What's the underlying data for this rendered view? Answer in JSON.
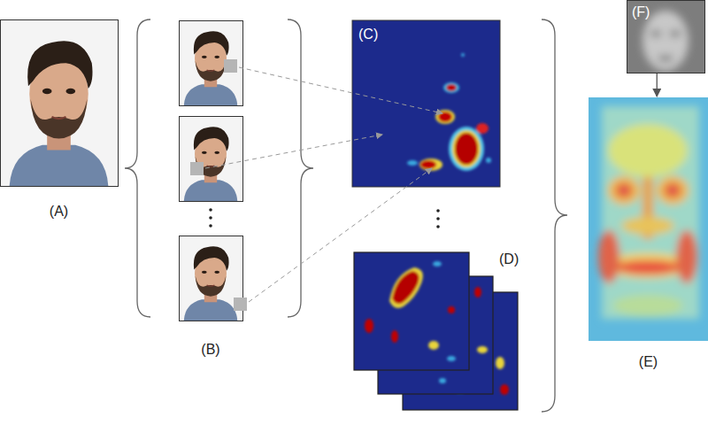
{
  "diagram": {
    "nodes": [
      {
        "text": [
          "(A)"
        ]
      },
      {
        "text": [
          "(B)"
        ]
      },
      {
        "text": [
          "(C)"
        ]
      },
      {
        "text": [
          "(D)"
        ]
      },
      {
        "text": [
          "(F)"
        ]
      },
      {
        "text": [
          "(E)"
        ]
      }
    ],
    "edges": [
      {
        "from": 4,
        "to": 5,
        "arrow": "to"
      }
    ]
  }
}
